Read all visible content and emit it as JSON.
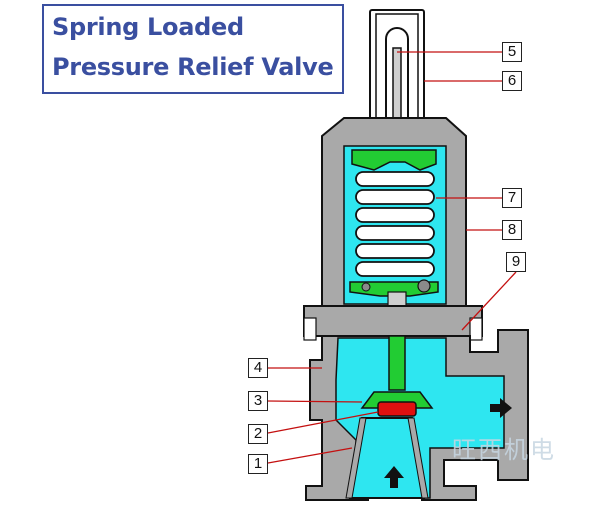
{
  "title": {
    "line1": "Spring Loaded",
    "line2": "Pressure Relief Valve"
  },
  "callouts": [
    "1",
    "2",
    "3",
    "4",
    "5",
    "6",
    "7",
    "8",
    "9"
  ],
  "watermark": "旺西机电",
  "colors": {
    "title": "#3a4fa0",
    "body": "#a9a9a9",
    "fluid": "#2ee6f0",
    "spring_guide": "#22cc33",
    "valve_disc": "#22cc33",
    "seat": "#e01010",
    "outline": "#111111"
  },
  "icons": [
    "flow-arrow-up-icon",
    "flow-arrow-right-icon"
  ]
}
